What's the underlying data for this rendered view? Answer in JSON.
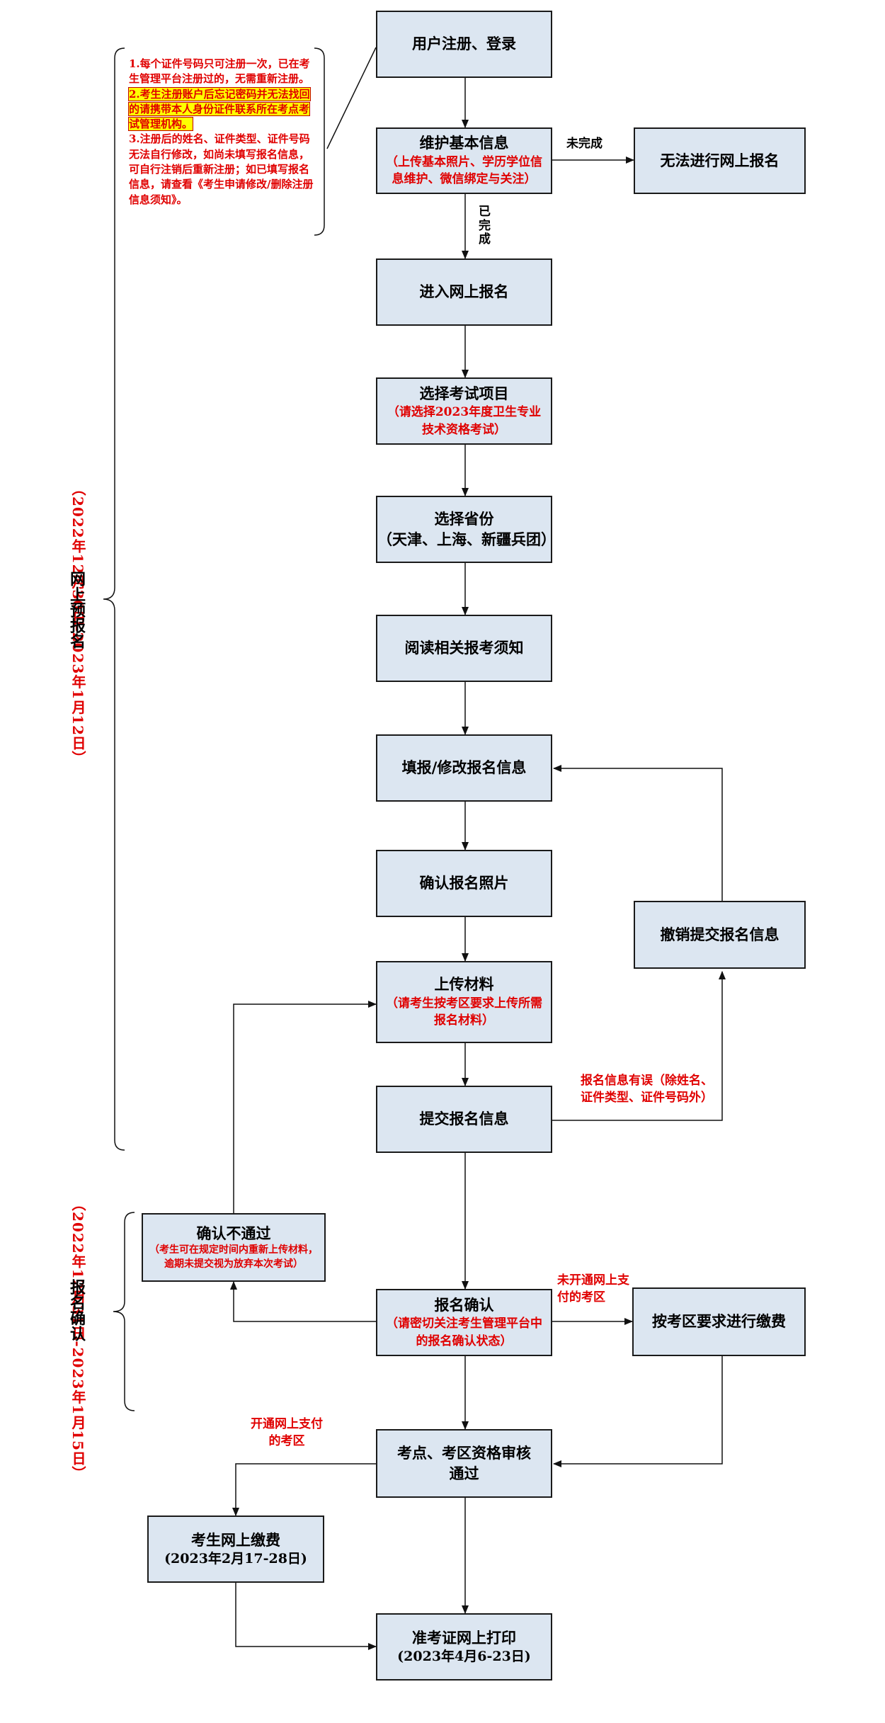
{
  "boxes": {
    "register": "用户注册、登录",
    "maintain": {
      "title": "维护基本信息",
      "sub": "（上传基本照片、学历学位信息维护、微信绑定与关注）"
    },
    "cannot": "无法进行网上报名",
    "enter": "进入网上报名",
    "select_exam": {
      "title": "选择考试项目",
      "sub": "（请选择2023年度卫生专业技术资格考试）"
    },
    "select_province": {
      "title": "选择省份",
      "sub": "（天津、上海、新疆兵团）"
    },
    "read_notice": "阅读相关报考须知",
    "fill": "填报/修改报名信息",
    "confirm_photo": "确认报名照片",
    "revoke": "撤销提交报名信息",
    "upload": {
      "title": "上传材料",
      "sub": "（请考生按考区要求上传所需报名材料）"
    },
    "submit": "提交报名信息",
    "not_pass": {
      "title": "确认不通过",
      "sub": "（考生可在规定时间内重新上传材料，逾期未提交视为放弃本次考试）"
    },
    "confirm": {
      "title": "报名确认",
      "sub": "（请密切关注考生管理平台中的报名确认状态）"
    },
    "pay_by_area": "按考区要求进行缴费",
    "review": {
      "title": "考点、考区资格审核通过"
    },
    "online_pay": {
      "title": "考生网上缴费",
      "sub": "(2023年2月17-28日)"
    },
    "print": {
      "title": "准考证网上打印",
      "sub": "(2023年4月6-23日)"
    }
  },
  "labels": {
    "unfinished": "未完成",
    "finished": "已完成",
    "info_error": "报名信息有误（除姓名、证件类型、证件号码外）",
    "no_online_pay": "未开通网上支付的考区",
    "online_pay_area": "开通网上支付的考区"
  },
  "notes": {
    "n1": "1.每个证件号码只可注册一次，已在考生管理平台注册过的，无需重新注册。",
    "n2": "2.考生注册账户后忘记密码并无法找回的请携带本人身份证件联系所在考点考试管理机构。",
    "n3": "3.注册后的姓名、证件类型、证件号码无法自行修改，如尚未填写报名信息，可自行注销后重新注册；如已填写报名信息，请查看《考生申请修改/删除注册信息须知》。"
  },
  "stages": {
    "pre": {
      "name": "网上预报名",
      "date": "（2022年12月30日-2023年1月12日）"
    },
    "confirm": {
      "name": "报名确认",
      "date": "（2022年12月31日-2023年1月15日）"
    }
  }
}
